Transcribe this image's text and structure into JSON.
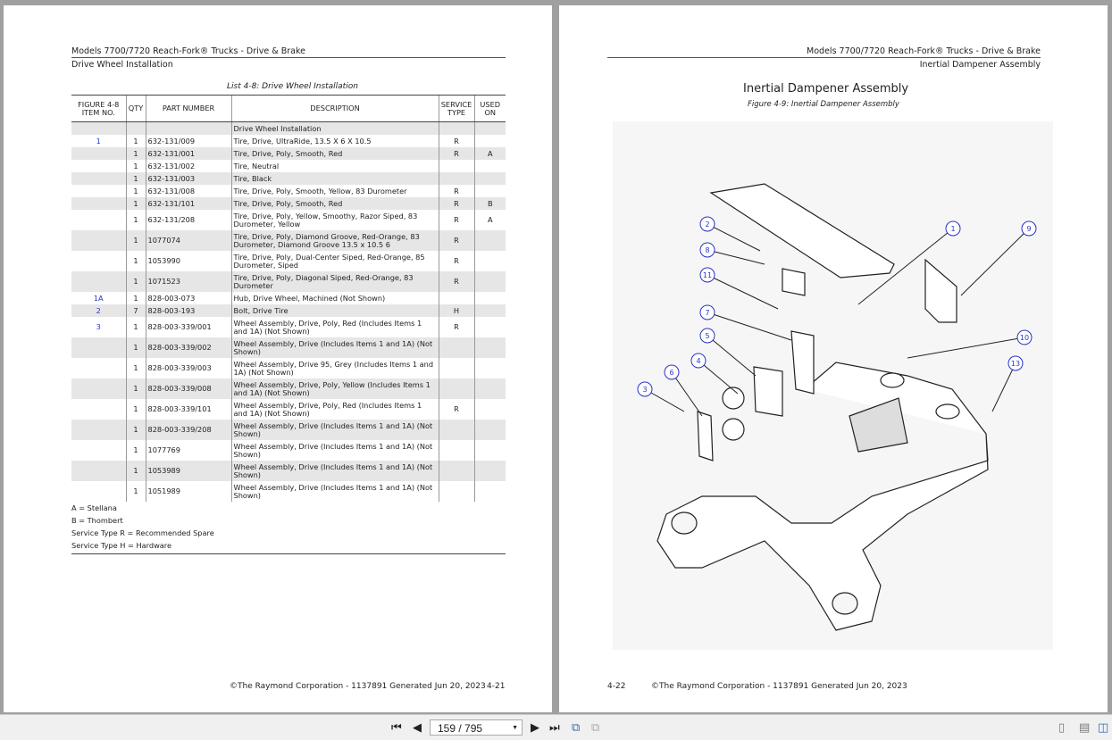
{
  "left_page": {
    "header_title": "Models 7700/7720 Reach-Fork® Trucks - Drive & Brake",
    "header_subtitle": "Drive Wheel Installation",
    "list_caption": "List 4-8: Drive Wheel Installation",
    "columns": [
      "FIGURE 4-8 ITEM NO.",
      "QTY",
      "PART NUMBER",
      "DESCRIPTION",
      "SERVICE TYPE",
      "USED ON"
    ],
    "rows": [
      [
        "",
        "",
        "",
        "Drive Wheel Installation",
        "",
        ""
      ],
      [
        "1",
        "1",
        "632-131/009",
        "Tire, Drive, UltraRide, 13.5 X 6 X 10.5",
        "R",
        ""
      ],
      [
        "",
        "1",
        "632-131/001",
        "Tire, Drive, Poly, Smooth, Red",
        "R",
        "A"
      ],
      [
        "",
        "1",
        "632-131/002",
        "Tire, Neutral",
        "",
        ""
      ],
      [
        "",
        "1",
        "632-131/003",
        "Tire, Black",
        "",
        ""
      ],
      [
        "",
        "1",
        "632-131/008",
        "Tire, Drive, Poly, Smooth, Yellow, 83 Durometer",
        "R",
        ""
      ],
      [
        "",
        "1",
        "632-131/101",
        "Tire, Drive, Poly, Smooth, Red",
        "R",
        "B"
      ],
      [
        "",
        "1",
        "632-131/208",
        "Tire, Drive, Poly, Yellow, Smoothy, Razor Siped, 83 Durometer, Yellow",
        "R",
        "A"
      ],
      [
        "",
        "1",
        "1077074",
        "Tire, Drive, Poly, Diamond Groove, Red-Orange, 83 Durometer, Diamond Groove 13.5 x 10.5 6",
        "R",
        ""
      ],
      [
        "",
        "1",
        "1053990",
        "Tire, Drive, Poly, Dual-Center Siped, Red-Orange, 85 Durometer, Siped",
        "R",
        ""
      ],
      [
        "",
        "1",
        "1071523",
        "Tire, Drive, Poly, Diagonal Siped, Red-Orange, 83 Durometer",
        "R",
        ""
      ],
      [
        "1A",
        "1",
        "828-003-073",
        "Hub, Drive Wheel, Machined (Not Shown)",
        "",
        ""
      ],
      [
        "2",
        "7",
        "828-003-193",
        "Bolt, Drive Tire",
        "H",
        ""
      ],
      [
        "3",
        "1",
        "828-003-339/001",
        "Wheel Assembly, Drive, Poly, Red (Includes Items 1 and 1A) (Not Shown)",
        "R",
        ""
      ],
      [
        "",
        "1",
        "828-003-339/002",
        "Wheel Assembly, Drive (Includes Items 1 and 1A) (Not Shown)",
        "",
        ""
      ],
      [
        "",
        "1",
        "828-003-339/003",
        "Wheel Assembly, Drive 95, Grey (Includes Items 1 and 1A) (Not Shown)",
        "",
        ""
      ],
      [
        "",
        "1",
        "828-003-339/008",
        "Wheel Assembly, Drive, Poly, Yellow (Includes Items 1 and 1A) (Not Shown)",
        "",
        ""
      ],
      [
        "",
        "1",
        "828-003-339/101",
        "Wheel Assembly, Drive, Poly, Red (Includes Items 1 and 1A) (Not Shown)",
        "R",
        ""
      ],
      [
        "",
        "1",
        "828-003-339/208",
        "Wheel Assembly, Drive (Includes Items 1 and 1A) (Not Shown)",
        "",
        ""
      ],
      [
        "",
        "1",
        "1077769",
        "Wheel Assembly, Drive (Includes Items 1 and 1A) (Not Shown)",
        "",
        ""
      ],
      [
        "",
        "1",
        "1053989",
        "Wheel Assembly, Drive (Includes Items 1 and 1A) (Not Shown)",
        "",
        ""
      ],
      [
        "",
        "1",
        "1051989",
        "Wheel Assembly, Drive (Includes Items 1 and 1A) (Not Shown)",
        "",
        ""
      ]
    ],
    "legend": [
      "A = Stellana",
      "B = Thombert",
      "Service Type R = Recommended Spare",
      "Service Type H = Hardware"
    ],
    "footer": "©The Raymond Corporation - 1137891 Generated Jun 20, 2023",
    "page_number": "4-21"
  },
  "right_page": {
    "header_title": "Models 7700/7720 Reach-Fork® Trucks - Drive & Brake",
    "header_subtitle": "Inertial Dampener Assembly",
    "section_title": "Inertial Dampener Assembly",
    "figure_caption": "Figure 4-9: Inertial Dampener Assembly",
    "callouts": [
      "1",
      "2",
      "3",
      "4",
      "5",
      "6",
      "7",
      "8",
      "9",
      "10",
      "11",
      "13"
    ],
    "footer": "©The Raymond Corporation - 1137891 Generated Jun 20, 2023",
    "page_number": "4-22"
  },
  "toolbar": {
    "page_display": "159 / 795"
  },
  "colors": {
    "link": "#2a33c8",
    "row_shade": "#e6e6e6"
  }
}
